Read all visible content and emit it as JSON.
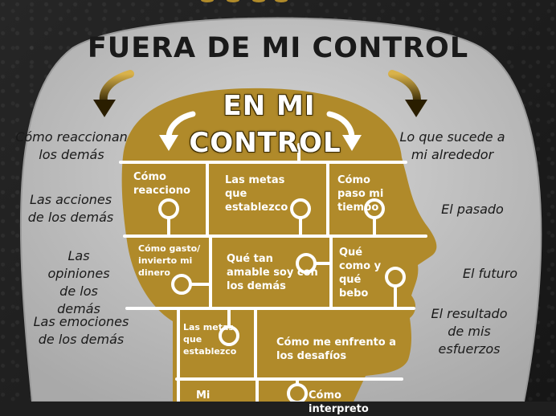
{
  "colors": {
    "gold": "#b08a2a",
    "gray": "#c4c4c4",
    "dark": "#1f1f1f"
  },
  "title": "FUERA DE MI CONTROL",
  "inner_title": {
    "line1": "EN MI",
    "line2": "CONTROL"
  },
  "outside_items": {
    "reacciones": "Cómo reaccionan los demás",
    "alrededor": "Lo que sucede a mi alrededor",
    "acciones": "Las acciones de los demás",
    "pasado": "El pasado",
    "opiniones": "Las opiniones de los demás",
    "futuro": "El futuro",
    "emociones": "Las emociones de los demás",
    "resultado": "El resultado de mis esfuerzos"
  },
  "pieces": {
    "reacciono": "Cómo reacciono",
    "metas_top": "Las metas que establezco",
    "tiempo": "Cómo paso mi tiempo",
    "dinero": "Cómo gasto/ invierto mi dinero",
    "amable": "Qué tan amable soy con los demás",
    "como": "Qué como y qué bebo",
    "metas_bottom": "Las metas que establezco",
    "desafios": "Cómo me enfrento a los desafíos",
    "mi": "Mi",
    "interpreto": "Cómo interpreto"
  }
}
